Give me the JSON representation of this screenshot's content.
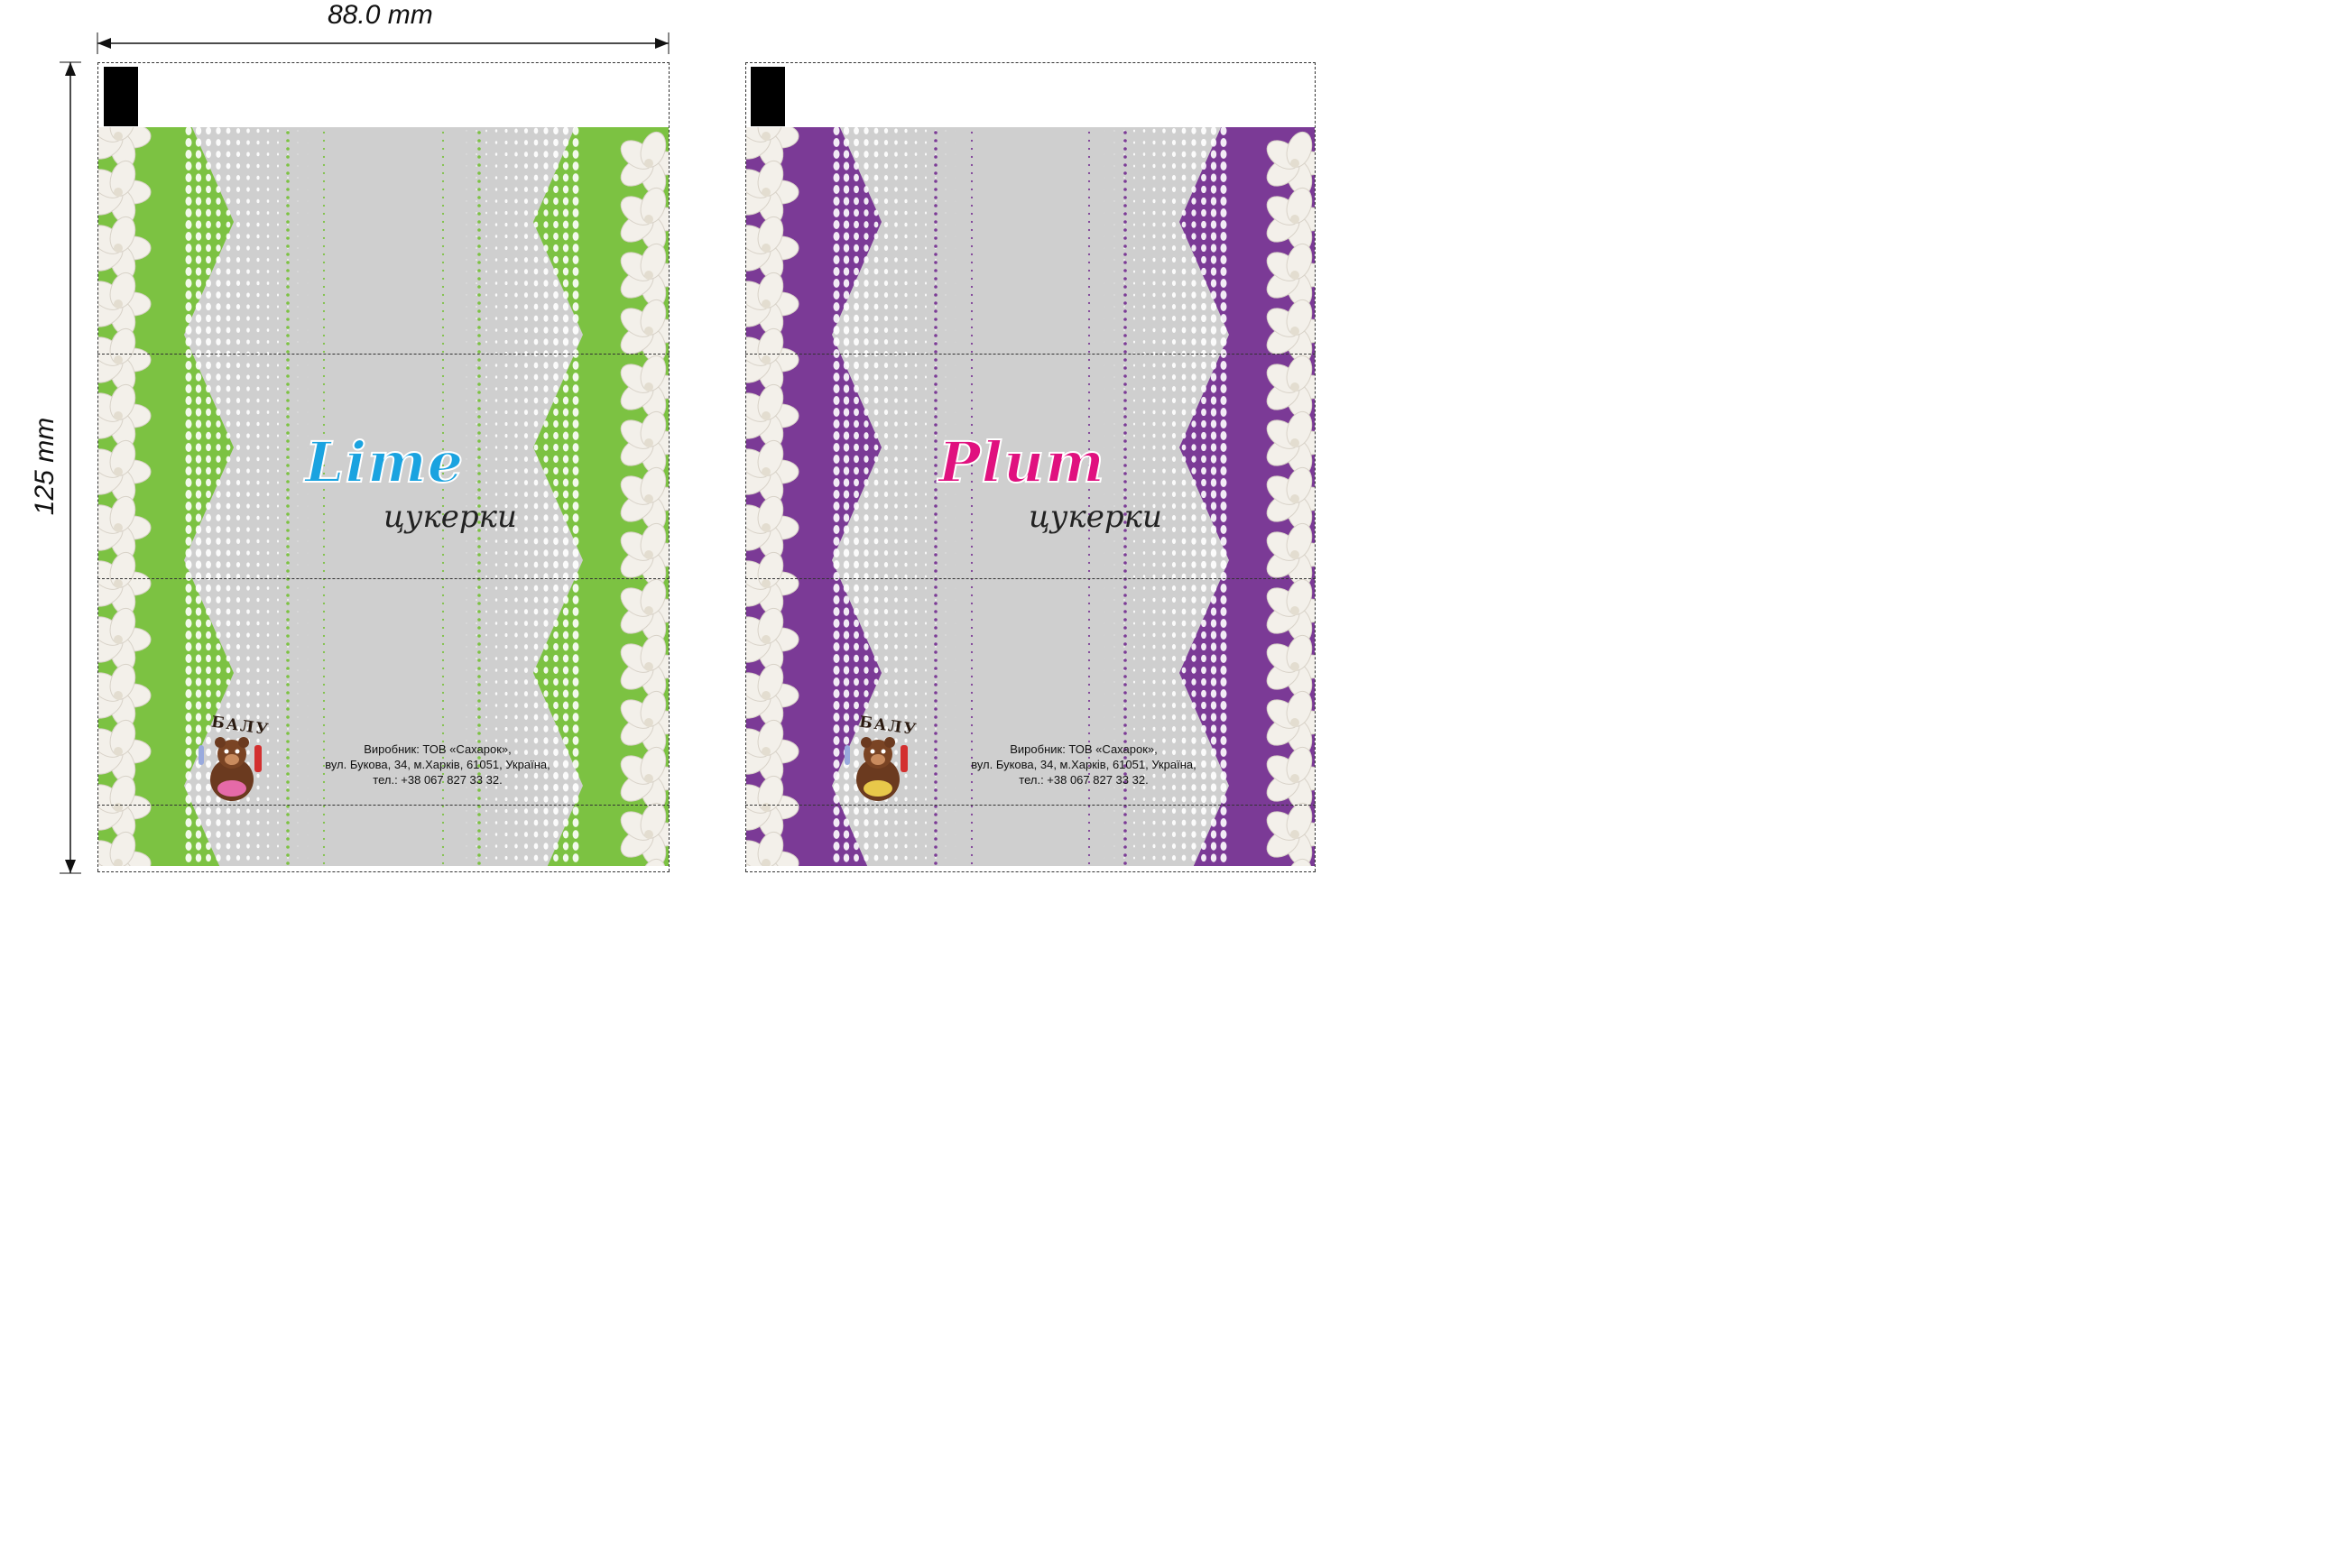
{
  "dimensions": {
    "width_label": "88.0 mm",
    "height_label": "125 mm"
  },
  "wrappers": [
    {
      "id": "lime",
      "name": "Lime",
      "subtitle": "цукерки",
      "accent_color": "#7cc242",
      "name_color": "#1aa3e0",
      "logo_text": "БАЛУ",
      "maker_lines": [
        "Виробник: ТОВ «Сахарок»,",
        "вул. Букова, 34, м.Харків, 61051, Україна,",
        "тел.: +38 067 827 33 32."
      ]
    },
    {
      "id": "plum",
      "name": "Plum",
      "subtitle": "цукерки",
      "accent_color": "#7b3a96",
      "name_color": "#e0117f",
      "logo_text": "БАЛУ",
      "maker_lines": [
        "Виробник: ТОВ «Сахарок»,",
        "вул. Букова, 34, м.Харків, 61051, Україна,",
        "тел.: +38 067 827 33 32."
      ]
    }
  ]
}
